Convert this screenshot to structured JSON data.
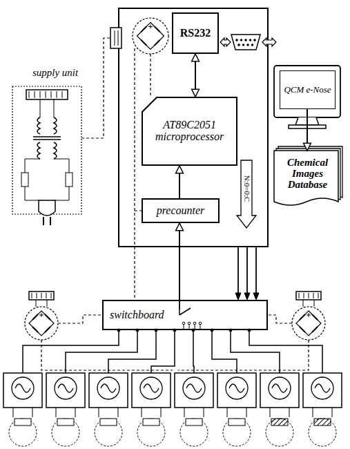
{
  "diagram": {
    "nodes": [
      {
        "text": [
          "supply unit"
        ]
      },
      {
        "text": [
          "RS232"
        ]
      },
      {
        "text": [
          "AT89C2051 microprocessor"
        ]
      },
      {
        "text": [
          "precounter"
        ]
      },
      {
        "text": [
          "switchboard"
        ]
      },
      {
        "text": [
          "QCM e-Nose"
        ]
      },
      {
        "text": [
          "Chemical Images Database"
        ]
      }
    ],
    "edges": [
      {
        "from": 1,
        "to": 2,
        "arrow": "both"
      },
      {
        "from": 3,
        "to": 2,
        "arrow": "to"
      },
      {
        "from": 4,
        "to": 3,
        "arrow": "to"
      },
      {
        "from": 5,
        "to": 6,
        "arrow": "to"
      }
    ],
    "labels": [
      "N:0=0:C"
    ]
  }
}
